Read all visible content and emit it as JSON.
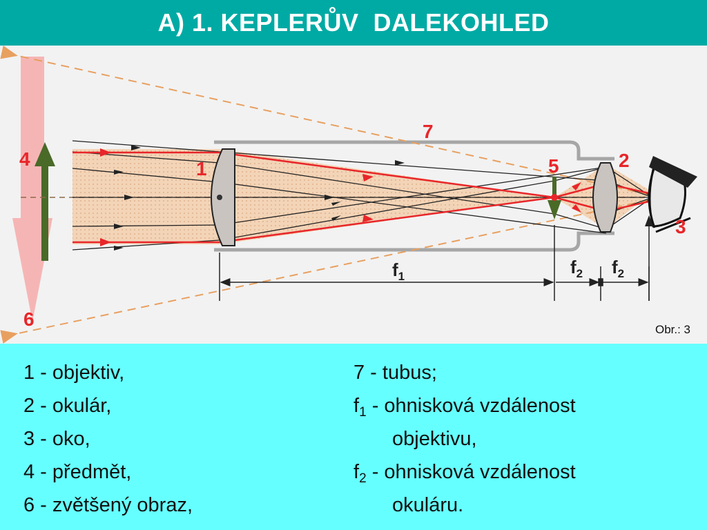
{
  "header": {
    "title": "A) 1. KEPLERŮV  DALEKOHLED"
  },
  "figure": {
    "labels": {
      "n1": "1",
      "n2": "2",
      "n3": "3",
      "n4": "4",
      "n5": "5",
      "n6": "6",
      "n7": "7"
    },
    "dimensions": {
      "f1_base": "f",
      "f1_sub": "1",
      "f2a_base": "f",
      "f2a_sub": "2",
      "f2b_base": "f",
      "f2b_sub": "2"
    },
    "caption": "Obr.: 3",
    "colors": {
      "ray_red": "#e8262a",
      "dashed_orange": "#e8a060",
      "object_green": "#4a6a28",
      "image_pink": "#f6b5b5",
      "beam_fill": "#f3d2b4",
      "header": "#00aaa4",
      "legend_bg": "#66ffff"
    }
  },
  "legend": {
    "left": [
      {
        "text": "1 - objektiv,"
      },
      {
        "text": "2 - okulár,"
      },
      {
        "text": "3 - oko,"
      },
      {
        "text": "4 - předmět,"
      },
      {
        "text": "6 - zvětšený obraz,"
      }
    ],
    "right": {
      "r1": "7 - tubus;",
      "r2_base": "f",
      "r2_sub": "1",
      "r2_text": " - ohnisková vzdálenost",
      "r3": "objektivu,",
      "r4_base": "f",
      "r4_sub": "2",
      "r4_text": " - ohnisková vzdálenost",
      "r5": "okuláru."
    }
  }
}
